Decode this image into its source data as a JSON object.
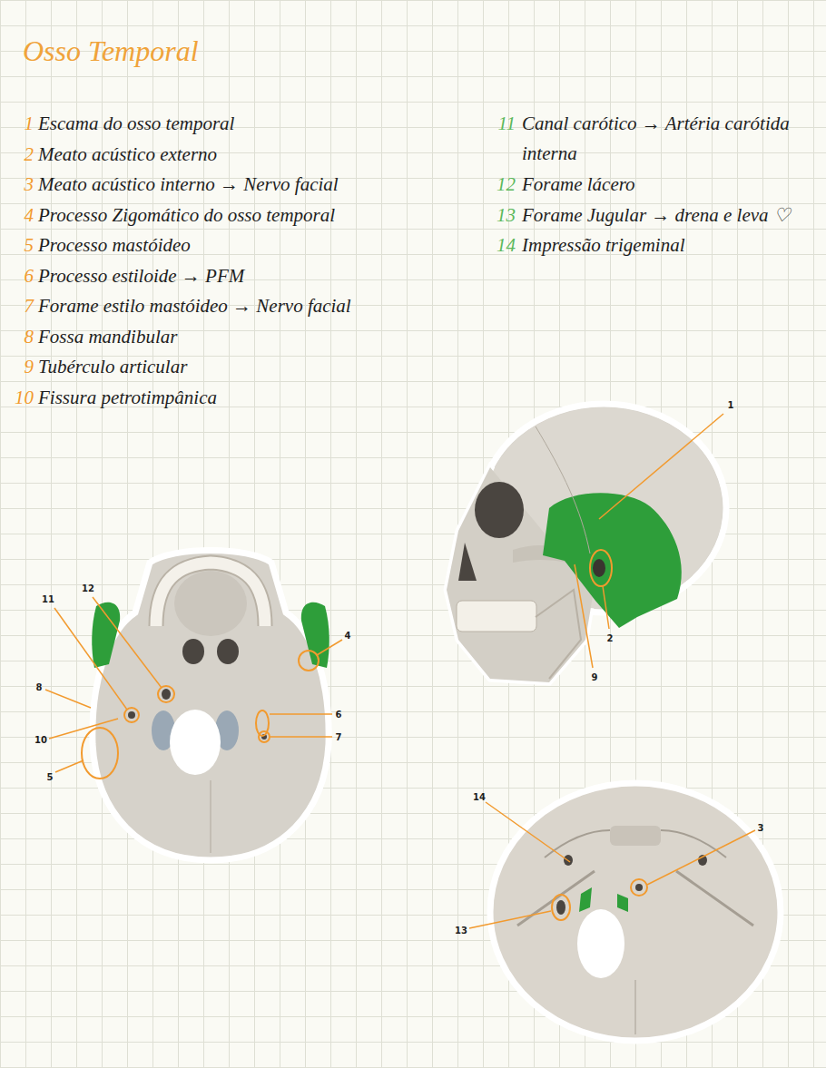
{
  "diagram": {
    "title": "Osso Temporal",
    "labels": [
      "1",
      "Escama do osso temporal",
      "2",
      "Meato acústico externo",
      "3",
      "Meato acústico interno → Nervo facial",
      "4",
      "Processo Zigomático do osso temporal",
      "5",
      "Processo mastóideo",
      "6",
      "Processo estiloide → PFM",
      "7",
      "Forame estilo mastóideo → Nervo facial",
      "8",
      "Fossa mandibular",
      "9",
      "Tubérculo articular",
      "10",
      "Fissura petrotimpânica",
      "11",
      "Canal carótico → Artéria carótida interna",
      "12",
      "Forame lácero",
      "13",
      "Forame Jugular → drena e leva ♡",
      "14",
      "Impressão trigeminal",
      "1",
      "2",
      "9",
      "11",
      "12",
      "4",
      "8",
      "6",
      "7",
      "10",
      "5",
      "14",
      "3",
      "13"
    ]
  }
}
